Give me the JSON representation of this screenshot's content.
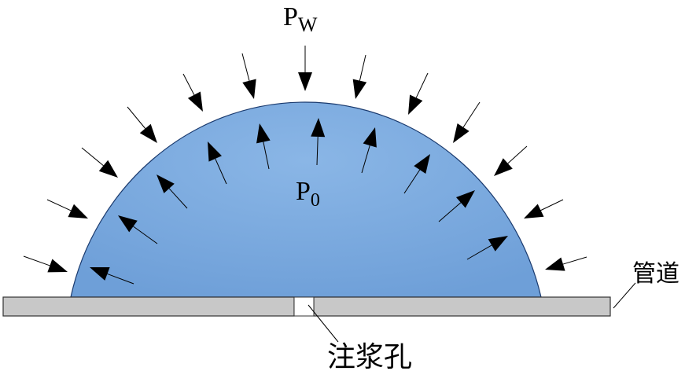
{
  "labels": {
    "external_pressure": {
      "main": "P",
      "sub": "W"
    },
    "internal_pressure": {
      "main": "P",
      "sub": "0"
    },
    "pipe": "管道",
    "grout_hole": "注浆孔"
  },
  "colors": {
    "fluid_fill": "#7aa8de",
    "fluid_stroke": "#1a3a6e",
    "pipe_fill": "#c8c8c8",
    "pipe_stroke": "#333333",
    "arrow": "#000000"
  },
  "icons": {
    "outer_arrows": "inward-arrow-icon",
    "inner_arrows": "outward-arrow-icon"
  }
}
